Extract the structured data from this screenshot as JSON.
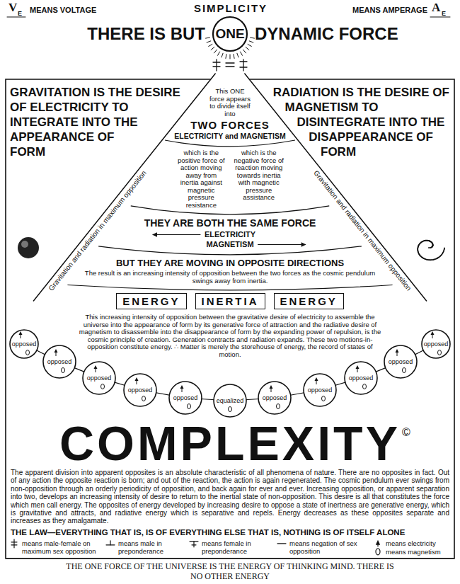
{
  "diagram": {
    "caption": "THE ONE FORCE OF THE UNIVERSE IS THE ENERGY OF THINKING MIND. THERE IS NO OTHER ENERGY",
    "nodes": [
      {
        "text": [
          "ONE"
        ]
      },
      {
        "text": [
          "ENERGY"
        ]
      },
      {
        "text": [
          "INERTIA"
        ]
      },
      {
        "text": [
          "ENERGY"
        ]
      },
      {
        "text": [
          "opposed"
        ]
      },
      {
        "text": [
          "opposed"
        ]
      },
      {
        "text": [
          "opposed"
        ]
      },
      {
        "text": [
          "opposed"
        ]
      },
      {
        "text": [
          "opposed"
        ]
      },
      {
        "text": [
          "equalized"
        ]
      },
      {
        "text": [
          "opposed"
        ]
      },
      {
        "text": [
          "opposed"
        ]
      },
      {
        "text": [
          "opposed"
        ]
      },
      {
        "text": [
          "opposed"
        ]
      },
      {
        "text": [
          "opposed"
        ]
      }
    ],
    "labels": [
      "V",
      "E",
      "MEANS VOLTAGE",
      "MEANS AMPERAGE",
      "A",
      "E",
      "SIMPLICITY",
      "THERE IS BUT",
      "DYNAMIC FORCE",
      "GRAVITATION IS THE DESIRE OF ELECTRICITY TO INTEGRATE INTO THE APPEARANCE OF FORM",
      "RADIATION IS THE DESIRE OF MAGNETISM TO DISINTEGRATE INTO THE DISAPPEARANCE OF FORM",
      "This ONE force appears to divide itself into",
      "TWO FORCES",
      "ELECTRICITY and MAGNETISM",
      "which is the positive force of action moving away from inertia against magnetic pressure resistance",
      "which is the negative force of reaction moving towards inertia with magnetic pressure assistance",
      "THEY ARE BOTH THE SAME FORCE",
      "ELECTRICITY",
      "MAGNETISM",
      "BUT THEY ARE MOVING IN OPPOSITE DIRECTIONS",
      "The result is an increasing intensity of opposition between the two forces as the cosmic pendulum swings away from inertia.",
      "This increasing intensity of opposition between the gravitative desire of electricity to assemble the universe into the appearance of form by its generative force of attraction and the radiative desire of magnetism to disassemble into the disappearance of form by the expanding power of repulsion, is the cosmic principle of creation. Generation contracts and radiation expands. These two motions-in-opposition constitute energy. ∴ Matter is merely the storehouse of energy, the record of states of motion.",
      "Gravitation and radiation in maximum opposition",
      "Gravitation and radiation in maximum opposition",
      "COMPLEXITY",
      "©",
      "The apparent division into apparent opposites is an absolute characteristic of all phenomena of nature. There are no opposites in fact. Out of any action the opposite reaction is born; and out of the reaction, the action is again regenerated. The cosmic pendulum ever swings from non-opposition through an orderly periodicity of opposition, and back again for ever and ever. Increasing opposition, or apparent separation into two, develops an increasing intensity of desire to return to the inertial state of non-opposition. This desire is all that constitutes the force which men call energy. The opposites of energy developed by increasing desire to oppose a state of inertness are generative energy, which is gravitative and attracts, and radiative energy which is separative and repels. Energy decreases as these opposites separate and increases as they amalgamate.",
      "THE LAW—EVERYTHING THAT IS, IS OF EVERYTHING ELSE THAT IS, NOTHING IS OF ITSELF ALONE"
    ],
    "legend": [
      {
        "text": "means male-female on maximum sex opposition"
      },
      {
        "text": "means male in preponderance"
      },
      {
        "text": "means female in preponderance"
      },
      {
        "text": "means negation of sex opposition"
      },
      {
        "text": "means electricity"
      },
      {
        "text": "means magnetism"
      }
    ]
  }
}
